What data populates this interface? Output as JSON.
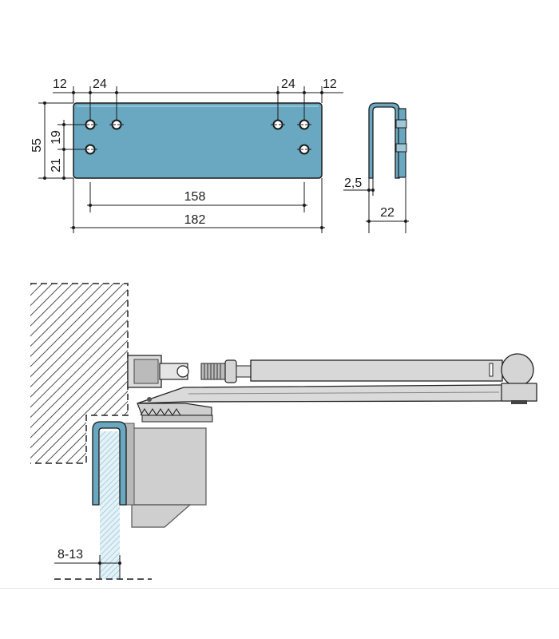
{
  "plate_dimensions": {
    "top_left_edge": "12",
    "top_left_spacing": "24",
    "top_right_spacing": "24",
    "top_right_edge": "12",
    "height_total": "55",
    "height_upper": "19",
    "height_lower": "21",
    "hole_distance": "158",
    "plate_length": "182"
  },
  "side_dimensions": {
    "thickness": "2,5",
    "depth": "22"
  },
  "glass_dimension": "8-13",
  "colors": {
    "plate": "#6aa8c1",
    "glass": "#a9d4e2",
    "metal": "#d0d0d0",
    "outline": "#1a1a1a"
  }
}
